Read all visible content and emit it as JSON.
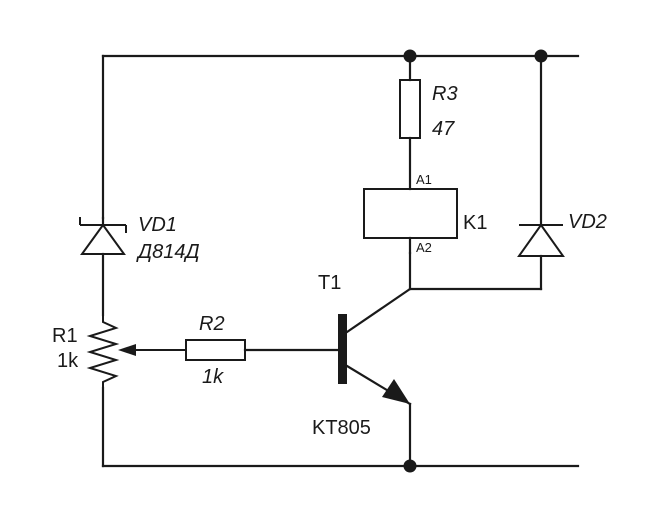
{
  "labels": {
    "vd1_name": "VD1",
    "vd1_type": "Д814Д",
    "vd2_name": "VD2",
    "r1_name": "R1",
    "r1_value": "1k",
    "r2_name": "R2",
    "r2_value": "1k",
    "r3_name": "R3",
    "r3_value": "47",
    "k1_name": "K1",
    "k1_pin_a1": "A1",
    "k1_pin_a2": "A2",
    "t1_name": "T1",
    "t1_type": "KT805"
  }
}
